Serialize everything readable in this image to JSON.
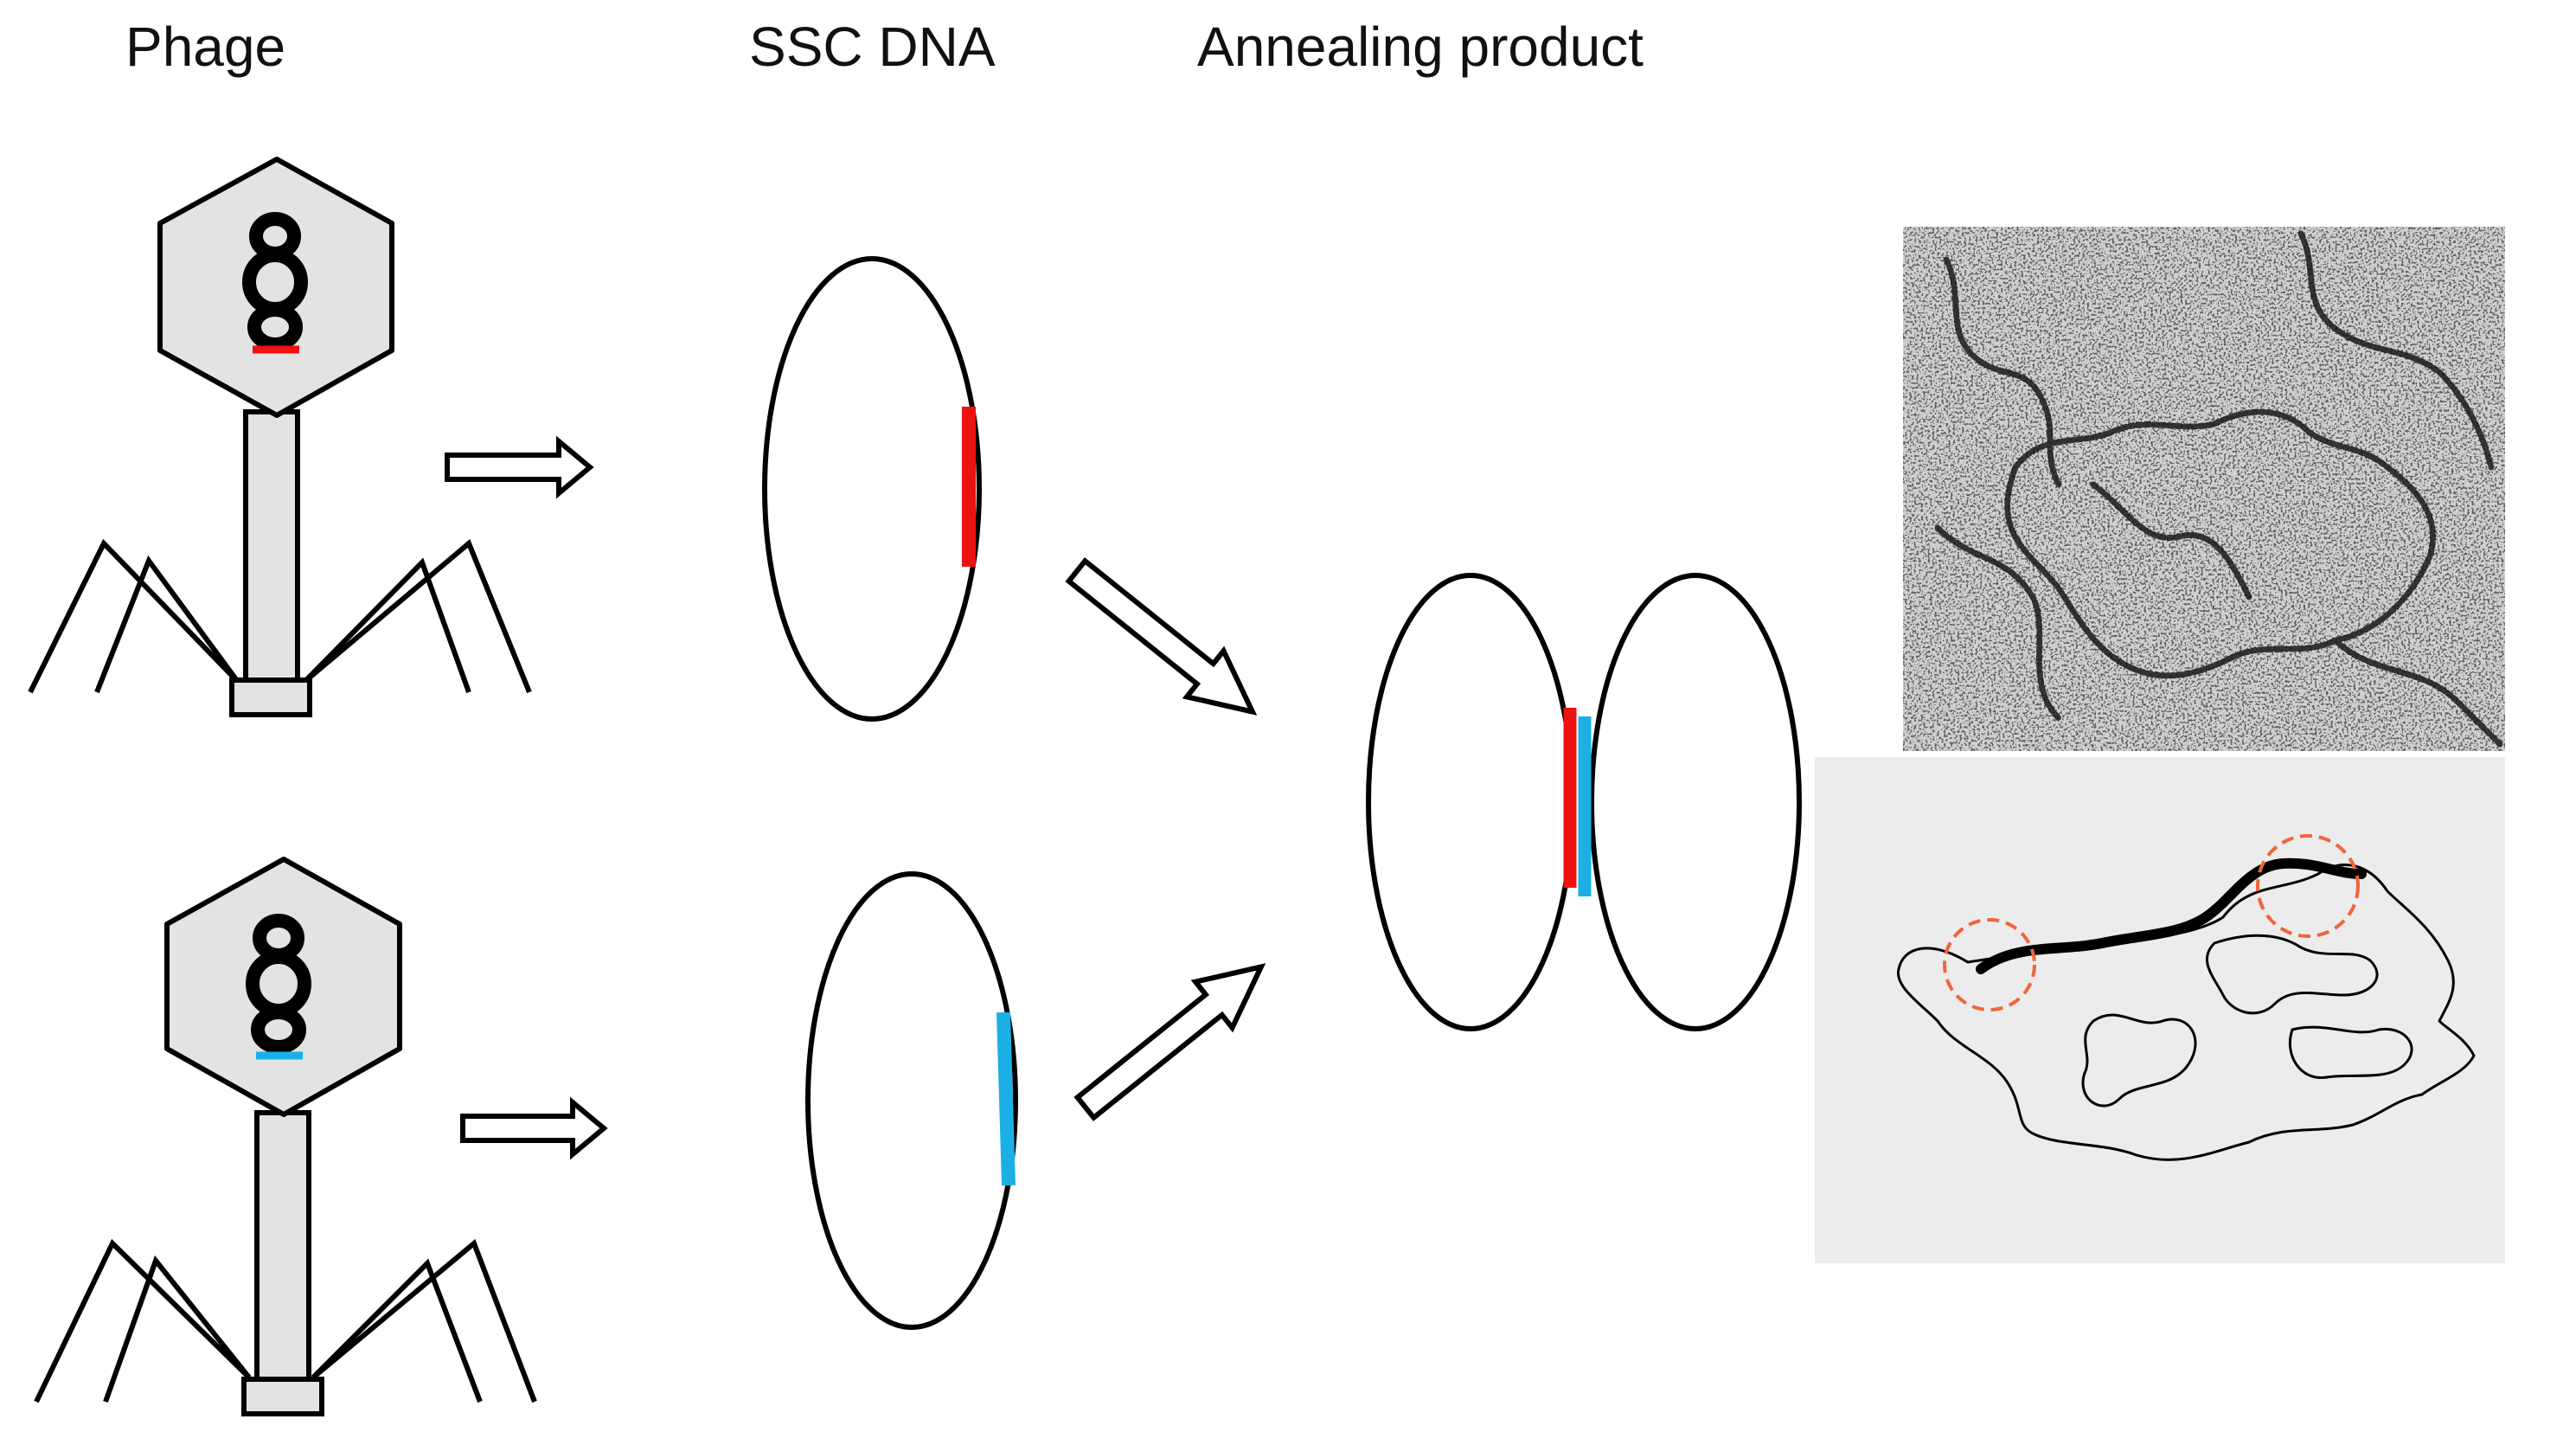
{
  "labels": {
    "phage": "Phage",
    "ssc_dna": "SSC DNA",
    "annealing_product": "Annealing product"
  },
  "colors": {
    "outline": "#000000",
    "fill_gray": "#e3e3e3",
    "marker_red": "#ee1111",
    "marker_blue": "#1ab0e6",
    "dashed_circle": "#f0643c"
  },
  "panels": {
    "micrograph": "electron-micrograph-image",
    "tracing": "micrograph-tracing-drawing"
  }
}
